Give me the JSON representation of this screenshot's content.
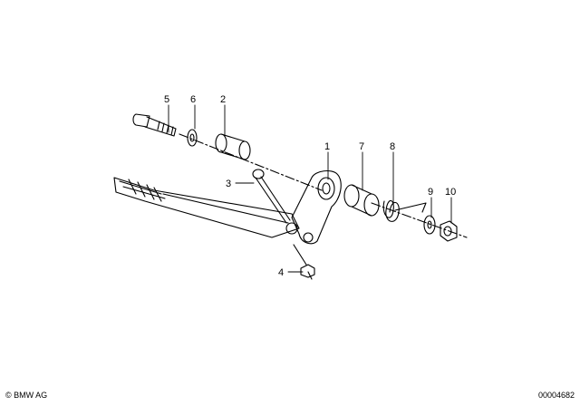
{
  "callouts": [
    {
      "id": "p5",
      "label": "5"
    },
    {
      "id": "p6",
      "label": "6"
    },
    {
      "id": "p2",
      "label": "2"
    },
    {
      "id": "p1",
      "label": "1"
    },
    {
      "id": "p7",
      "label": "7"
    },
    {
      "id": "p8",
      "label": "8"
    },
    {
      "id": "p3",
      "label": "3"
    },
    {
      "id": "p9",
      "label": "9"
    },
    {
      "id": "p10",
      "label": "10"
    },
    {
      "id": "p4",
      "label": "4"
    }
  ],
  "footer": {
    "copyright": "© BMW AG",
    "document_number": "00004682"
  }
}
